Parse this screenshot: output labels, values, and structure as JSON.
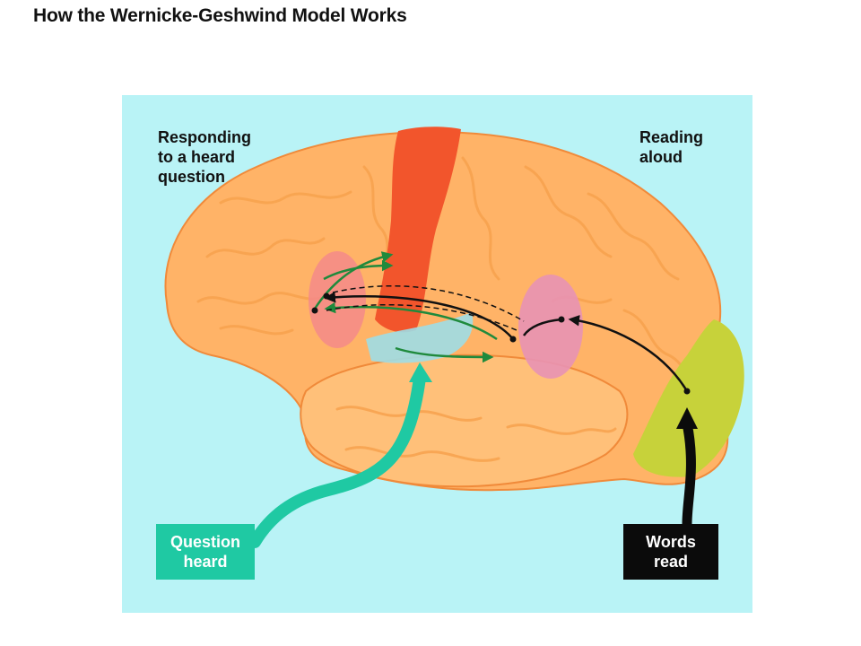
{
  "title": "How the Wernicke-Geshwind Model Works",
  "labels": {
    "responding": "Responding\nto a heard\nquestion",
    "reading": "Reading\naloud",
    "question_heard": "Question\nheard",
    "words_read": "Words\nread"
  },
  "colors": {
    "panel_background": "#b9f3f6",
    "brain_tissue": "#ffb367",
    "motor_cortex": "#f2552c",
    "broca_area": "#f48a8a",
    "wernicke_area": "#9fdde6",
    "angular_gyrus": "#e892b4",
    "visual_cortex": "#c7d23a",
    "auditory_pathway": "#1fc9a3",
    "visual_pathway": "#0b0b0b",
    "speech_arrows": "#1f8a3c"
  },
  "icons": {
    "brain": "brain-illustration",
    "auditory_arrow": "teal-arrow-icon",
    "visual_arrow": "black-arrow-icon"
  }
}
